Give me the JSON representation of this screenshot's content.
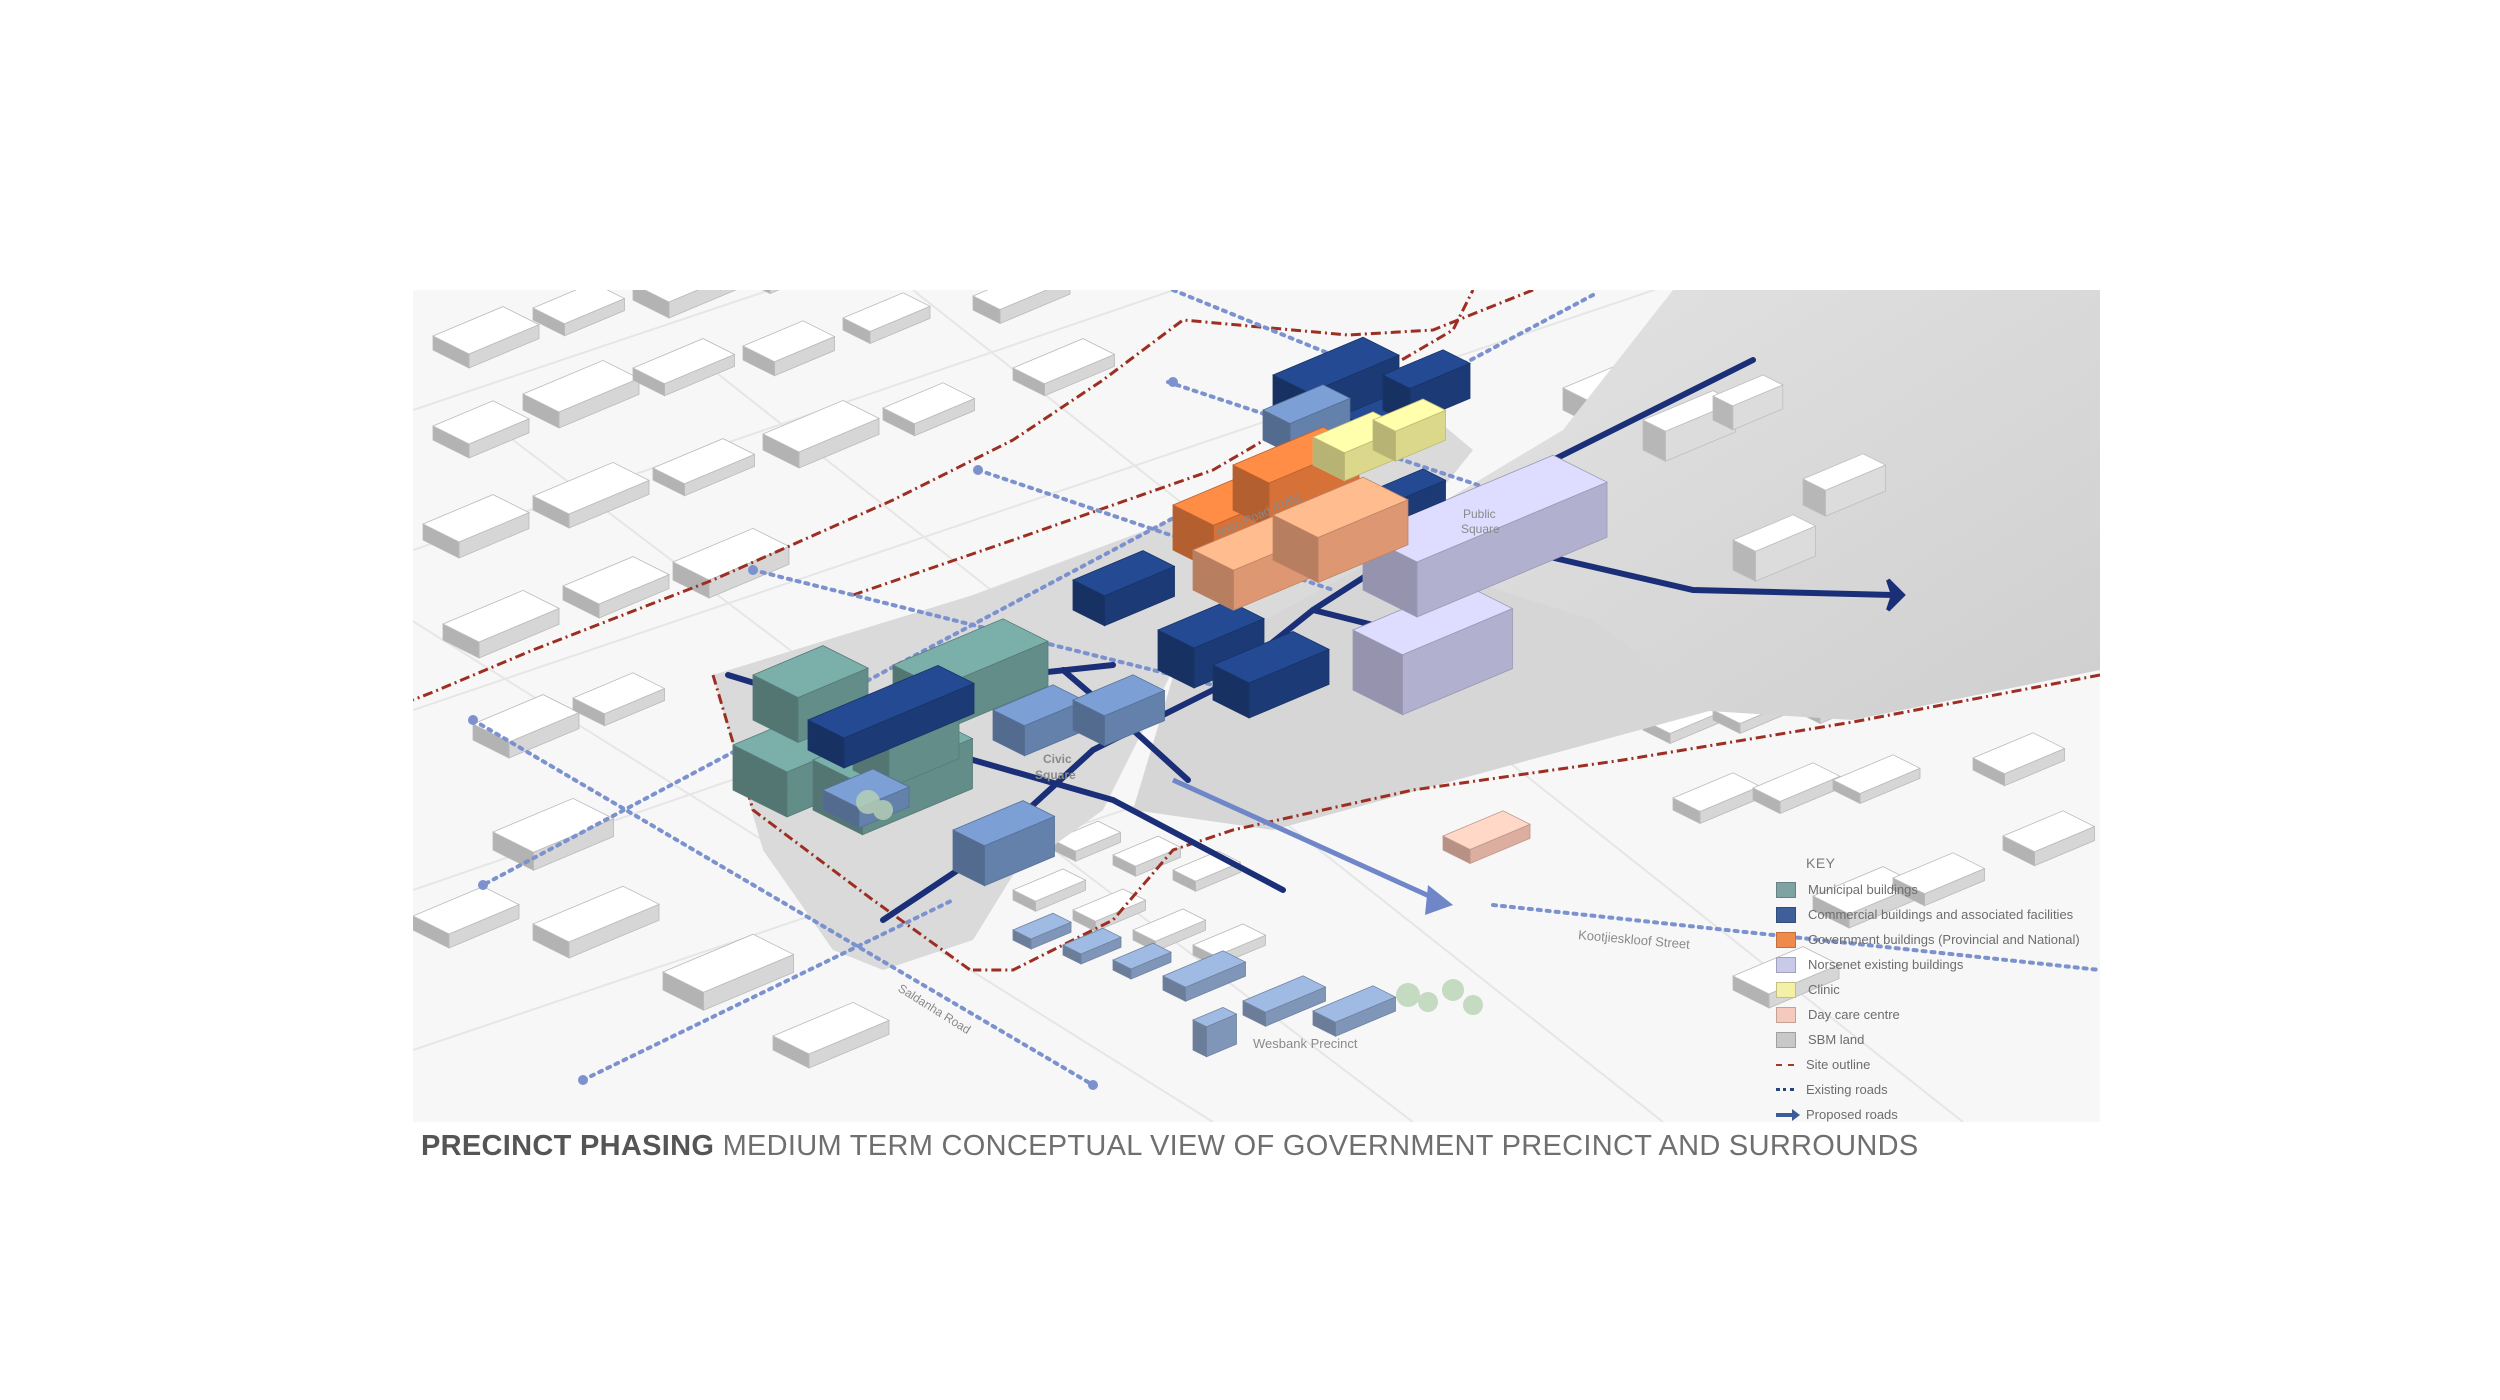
{
  "caption": {
    "bold": "PRECINCT PHASING",
    "rest": "MEDIUM TERM CONCEPTUAL VIEW OF GOVERNMENT PRECINCT AND SURROUNDS"
  },
  "labels": {
    "main_road": "Main Road (R45)",
    "public_square_1": "Public",
    "public_square_2": "Square",
    "civic_square_1": "Civic",
    "civic_square_2": "Square",
    "kootjieskloof": "Kootjieskloof Street",
    "saldanha": "Saldanha Road",
    "wesbank": "Wesbank Precinct"
  },
  "key": {
    "title": "KEY",
    "items": [
      {
        "label": "Municipal buildings",
        "swatch": "municipal",
        "color": "#7fa3a2"
      },
      {
        "label": "Commercial buildings and associated facilities",
        "swatch": "commercial",
        "color": "#3f5f9a"
      },
      {
        "label": "Government buildings (Provincial and National)",
        "swatch": "government",
        "color": "#f08a4b"
      },
      {
        "label": "Norsenet existing buildings",
        "swatch": "norsenet",
        "color": "#c9c9ea"
      },
      {
        "label": "Clinic",
        "swatch": "clinic",
        "color": "#f4f0a6"
      },
      {
        "label": "Day care centre",
        "swatch": "daycare",
        "color": "#f6c9bd"
      },
      {
        "label": "SBM land",
        "swatch": "sbm",
        "color": "#c8c8c8"
      },
      {
        "label": "Site outline",
        "swatch": "site",
        "color": "#a23a2a"
      },
      {
        "label": "Existing roads",
        "swatch": "existing",
        "color": "#27447f"
      },
      {
        "label": "Proposed roads",
        "swatch": "proposed",
        "color": "#3d5c97"
      }
    ]
  },
  "colors": {
    "municipal": "#6e9d98",
    "commercial": "#1f4283",
    "government": "#ee7e3e",
    "norsenet": "#c6c4e6",
    "clinic": "#f3ef9a",
    "daycare": "#f4c1b2",
    "sbm": "#cfcfcf",
    "site": "#9d2e22",
    "road_existing": "#7c92cf",
    "road_proposed": "#1a2f78"
  }
}
